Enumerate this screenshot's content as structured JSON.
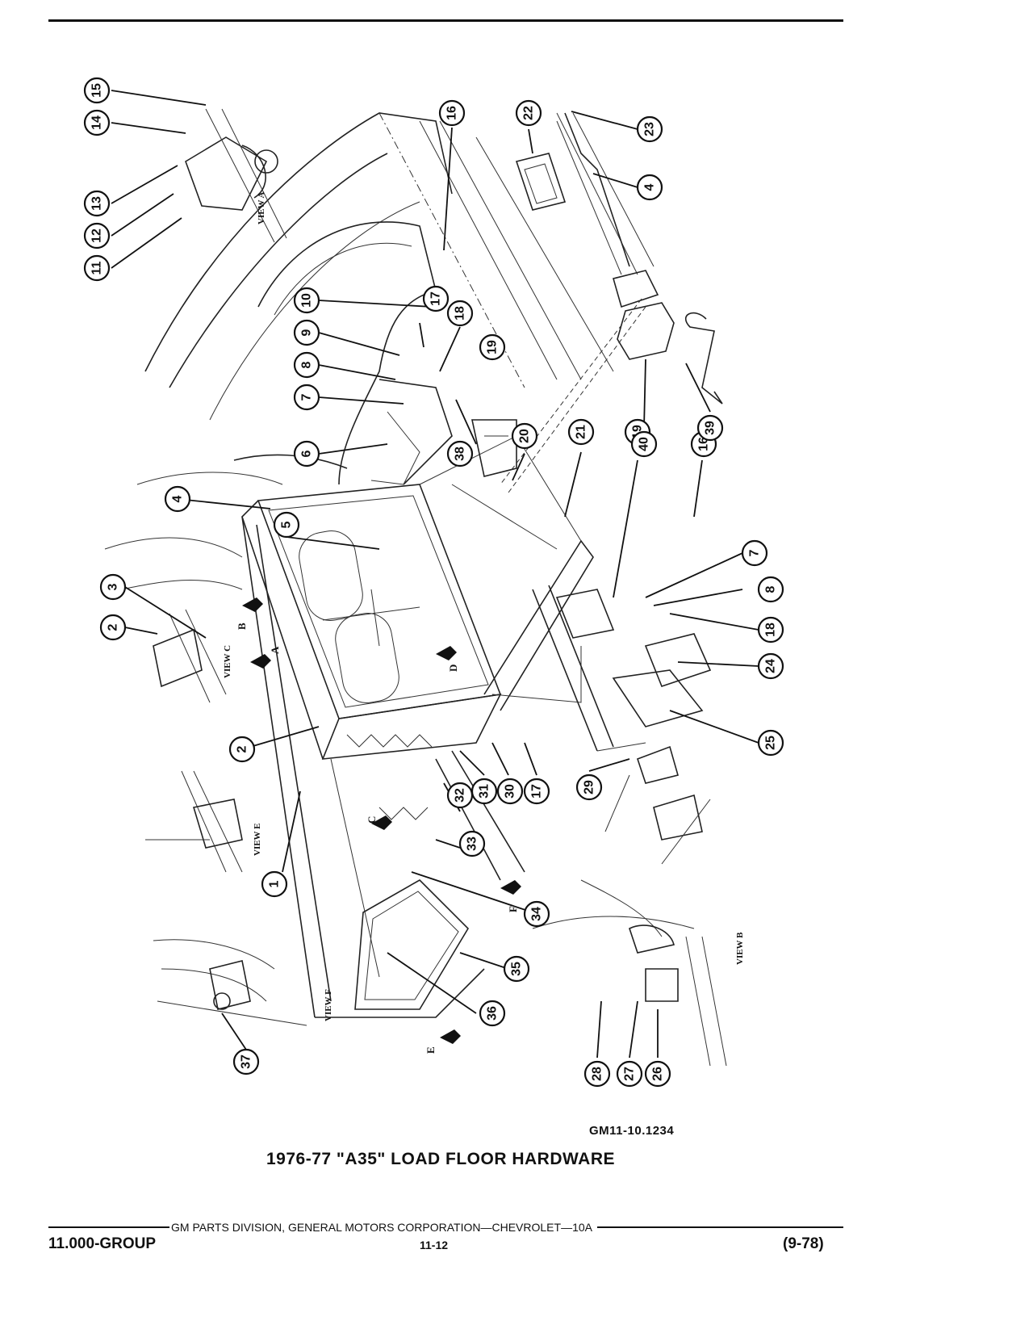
{
  "figure_code": "GM11-10.1234",
  "title": "1976-77 \"A35\" LOAD FLOOR HARDWARE",
  "footer": {
    "publisher": "GM PARTS DIVISION, GENERAL MOTORS CORPORATION—CHEVROLET—10A",
    "group": "11.000-GROUP",
    "page": "11-12",
    "date": "(9-78)"
  },
  "views": {
    "view_a": "VIEW A",
    "view_b": "VIEW B",
    "view_c": "VIEW C",
    "view_e": "VIEW E",
    "view_f": "VIEW F"
  },
  "view_arrows": {
    "a": "A",
    "b": "B",
    "c": "C",
    "d": "D",
    "e": "E",
    "f": "F"
  },
  "callouts": {
    "c1": "1",
    "c2a": "2",
    "c2b": "2",
    "c3": "3",
    "c4a": "4",
    "c4b": "4",
    "c5": "5",
    "c6": "6",
    "c7a": "7",
    "c7b": "7",
    "c8a": "8",
    "c8b": "8",
    "c9": "9",
    "c10": "10",
    "c11": "11",
    "c12": "12",
    "c13": "13",
    "c14": "14",
    "c15": "15",
    "c16a": "16",
    "c16b": "16",
    "c17a": "17",
    "c17b": "17",
    "c18a": "18",
    "c18b": "18",
    "c19a": "19",
    "c19b": "19",
    "c20": "20",
    "c21": "21",
    "c22": "22",
    "c23": "23",
    "c24": "24",
    "c25": "25",
    "c26": "26",
    "c27": "27",
    "c28": "28",
    "c29": "29",
    "c30": "30",
    "c31": "31",
    "c32": "32",
    "c33": "33",
    "c34": "34",
    "c35": "35",
    "c36": "36",
    "c37": "37",
    "c38": "38",
    "c39": "39",
    "c40": "40"
  }
}
